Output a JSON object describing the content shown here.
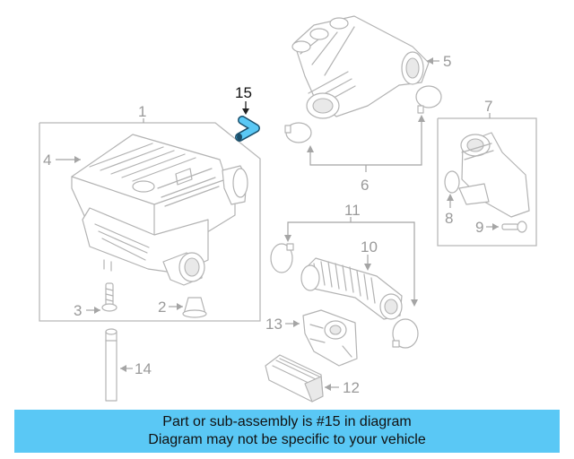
{
  "callouts": {
    "c1": "1",
    "c2": "2",
    "c3": "3",
    "c4": "4",
    "c5": "5",
    "c6": "6",
    "c7": "7",
    "c8": "8",
    "c9": "9",
    "c10": "10",
    "c11": "11",
    "c12": "12",
    "c13": "13",
    "c14": "14",
    "c15": "15"
  },
  "highlight": {
    "part_number": "15",
    "color": "#5ac8f5"
  },
  "colors": {
    "part_stroke": "#b3b3b3",
    "highlight_fill": "#5ac8f5",
    "highlight_stroke": "#1b4f6b",
    "banner_bg": "#5ac8f5"
  },
  "banner": {
    "line1": "Part or sub-assembly is #15 in diagram",
    "line2": "Diagram may not be specific to your vehicle"
  }
}
